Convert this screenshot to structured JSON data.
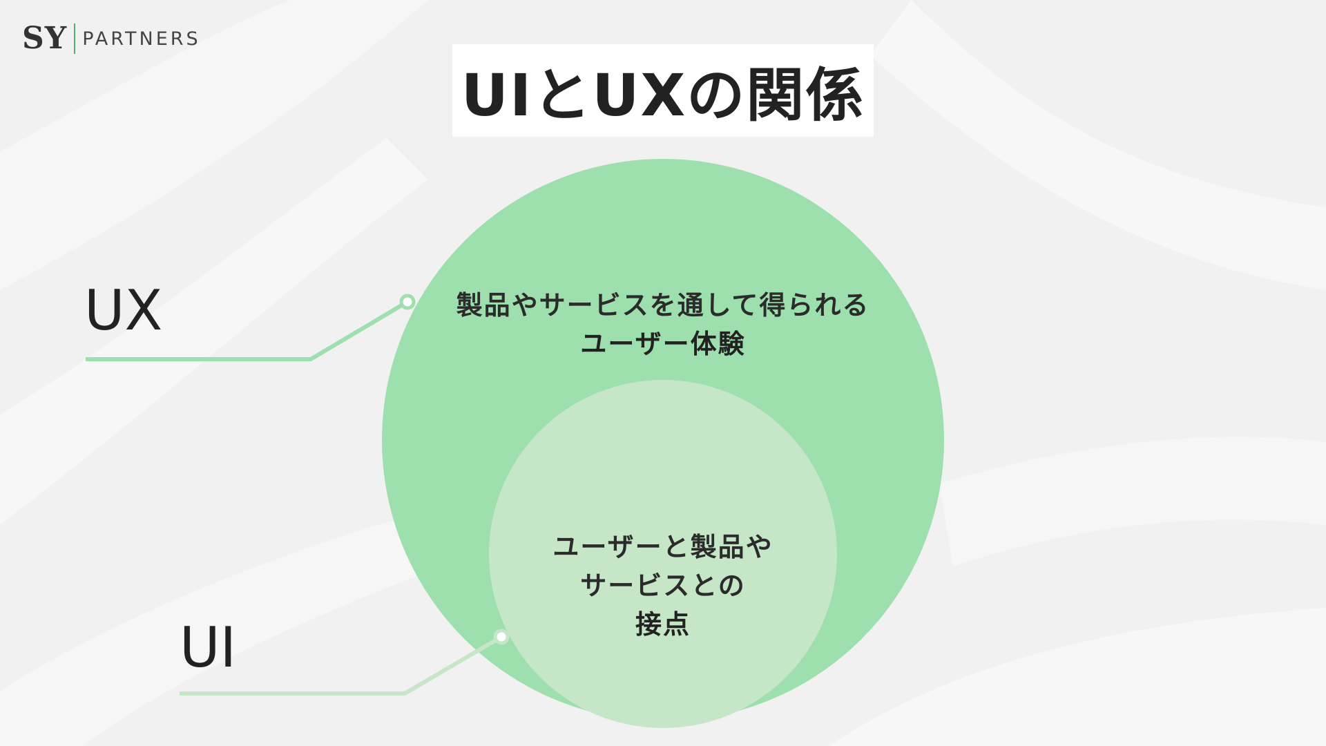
{
  "logo": {
    "mark": "SY",
    "text": "PARTNERS"
  },
  "title": "UIとUXの関係",
  "labels": {
    "ux": "UX",
    "ui": "UI"
  },
  "ux_circle": {
    "line1": "製品やサービスを通して得られる",
    "line2": "ユーザー体験"
  },
  "ui_circle": {
    "line1": "ユーザーと製品や",
    "line2": "サービスとの",
    "line3": "接点"
  },
  "colors": {
    "outer_circle": "#9edfae",
    "inner_circle": "#c6e6c8",
    "ux_line": "#9edfae",
    "ui_line": "#c6e6c8",
    "logo_accent": "#4fb36b",
    "background": "#f2f2f2"
  }
}
